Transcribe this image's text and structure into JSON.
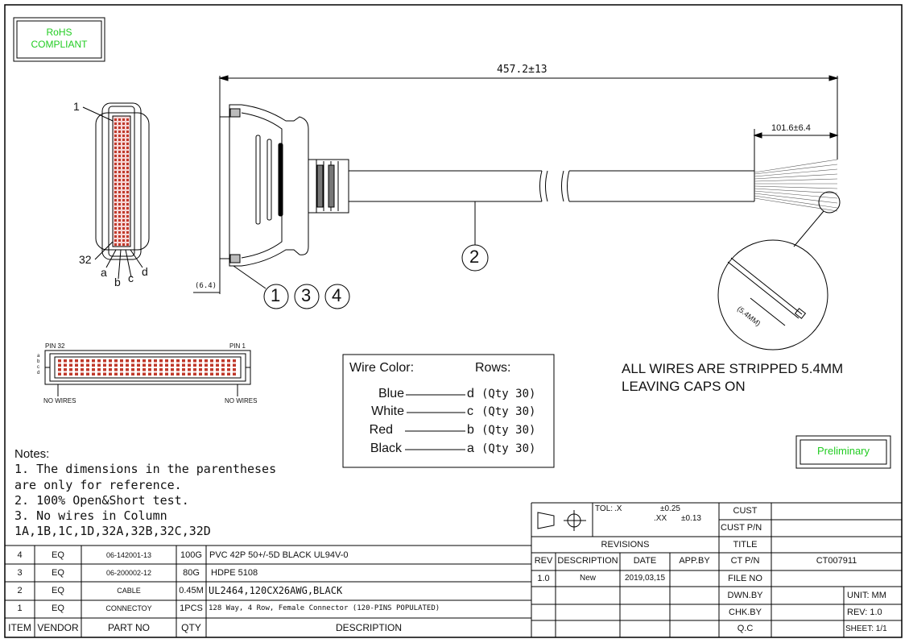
{
  "rohs": {
    "line1": "RoHS",
    "line2": "COMPLIANT"
  },
  "preliminary": "Preliminary",
  "dims": {
    "overall": "457.2±13",
    "strip": "101.6±6.4",
    "offset": "(6.4)",
    "wire_strip": "(5.4MM)"
  },
  "connector_labels": {
    "pin1": "1",
    "pin32": "32",
    "a": "a",
    "b": "b",
    "c": "c",
    "d": "d"
  },
  "callouts": [
    "1",
    "3",
    "4",
    "2"
  ],
  "front_view": {
    "pin32": "PIN 32",
    "pin1": "PIN 1",
    "rows": [
      "a",
      "b",
      "c",
      "d"
    ],
    "no_wires_left": "NO WIRES",
    "no_wires_right": "NO WIRES"
  },
  "stripped_note": {
    "line1": "ALL WIRES ARE STRIPPED 5.4MM",
    "line2": "LEAVING CAPS ON"
  },
  "wire_color": {
    "header": "Wire Color:",
    "rows_header": "Rows:",
    "items": [
      {
        "color": "Blue",
        "row": "d",
        "qty": "(Qty 30)"
      },
      {
        "color": "White",
        "row": "c",
        "qty": "(Qty 30)"
      },
      {
        "color": "Red",
        "row": "b",
        "qty": "(Qty 30)"
      },
      {
        "color": "Black",
        "row": "a",
        "qty": "(Qty 30)"
      }
    ]
  },
  "notes": {
    "title": "Notes:",
    "lines": [
      "1. The dimensions in the parentheses",
      "are only for reference.",
      "2. 100% Open&Short test.",
      "3. No wires in Column",
      "1A,1B,1C,1D,32A,32B,32C,32D"
    ]
  },
  "bom": {
    "headers": [
      "ITEM",
      "VENDOR",
      "PART NO",
      "QTY",
      "DESCRIPTION"
    ],
    "rows": [
      {
        "item": "4",
        "vendor": "EQ",
        "part": "06-142001-13",
        "qty": "100G",
        "desc": "PVC 42P 50+/-5D BLACK UL94V-0"
      },
      {
        "item": "3",
        "vendor": "EQ",
        "part": "06-200002-12",
        "qty": "80G",
        "desc": "HDPE 5108"
      },
      {
        "item": "2",
        "vendor": "EQ",
        "part": "CABLE",
        "qty": "0.45M",
        "desc": "UL2464,120CX26AWG,BLACK"
      },
      {
        "item": "1",
        "vendor": "EQ",
        "part": "CONNECTOY",
        "qty": "1PCS",
        "desc": "128 Way, 4 Row, Female Connector (120-PINS POPULATED)"
      }
    ]
  },
  "title_block": {
    "tol_label": "TOL:",
    "tol1": ".X",
    "tol1v": "±0.25",
    "tol2": ".XX",
    "tol2v": "±0.13",
    "revisions": "REVISIONS",
    "rev_headers": [
      "REV",
      "DESCRIPTION",
      "DATE",
      "APP.BY"
    ],
    "rev_row": {
      "rev": "1.0",
      "desc": "New",
      "date": "2019,03,15",
      "app": ""
    },
    "labels": [
      "CUST",
      "CUST P/N",
      "TITLE",
      "CT P/N",
      "FILE NO",
      "DWN.BY",
      "CHK.BY",
      "Q.C"
    ],
    "ct_pn": "CT007911",
    "unit": "UNIT: MM",
    "rev": "REV:  1.0",
    "sheet": "SHEET: 1/1"
  }
}
